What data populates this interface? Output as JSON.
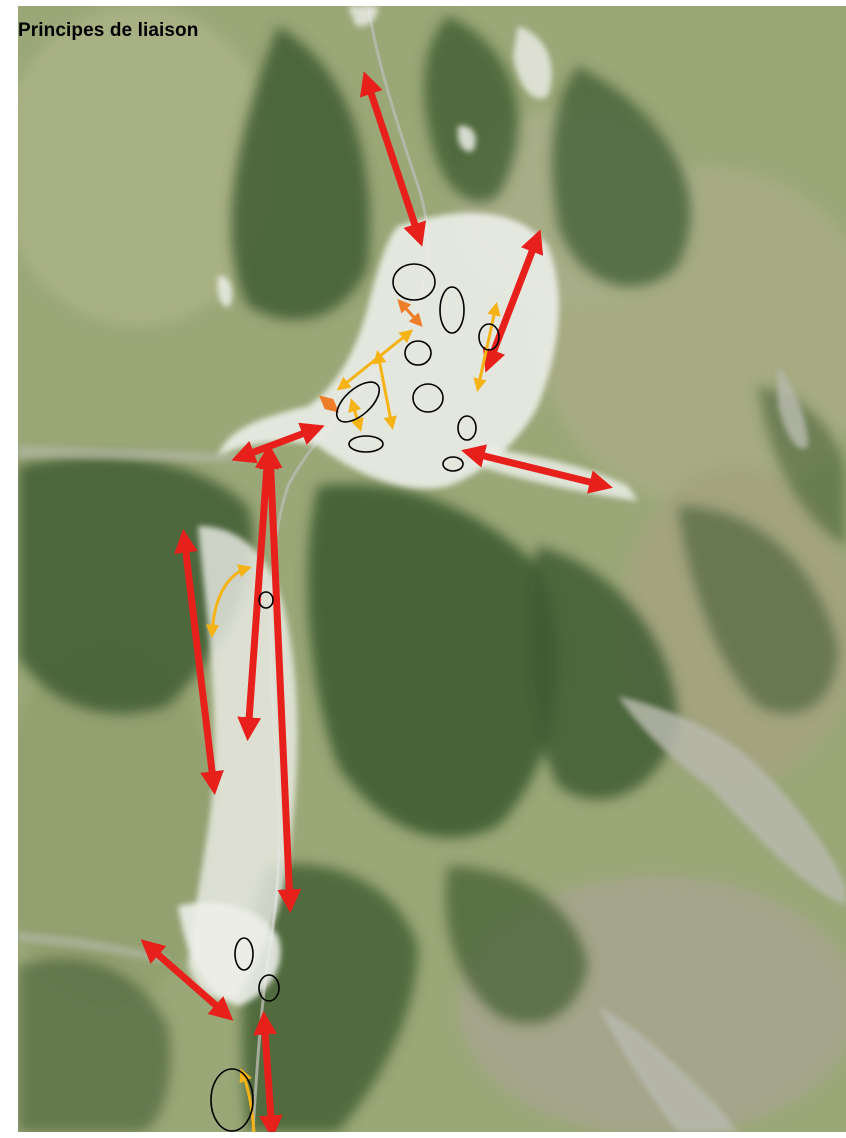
{
  "title": "Principes de liaison",
  "colors": {
    "major_link": "#e8201c",
    "secondary_link": "#f5b316",
    "minor_link": "#ee7d2a",
    "node_outline": "#000000",
    "urban": "#e9ece7",
    "forest": "#3d5a30",
    "meadow": "#a3ad7a",
    "river": "#b6b8b0"
  },
  "legend_semantics": {
    "major_link_icon": "double-arrow-red",
    "secondary_link_icon": "double-arrow-yellow",
    "minor_link_icon": "double-arrow-orange",
    "node_icon": "ellipse-outline"
  }
}
